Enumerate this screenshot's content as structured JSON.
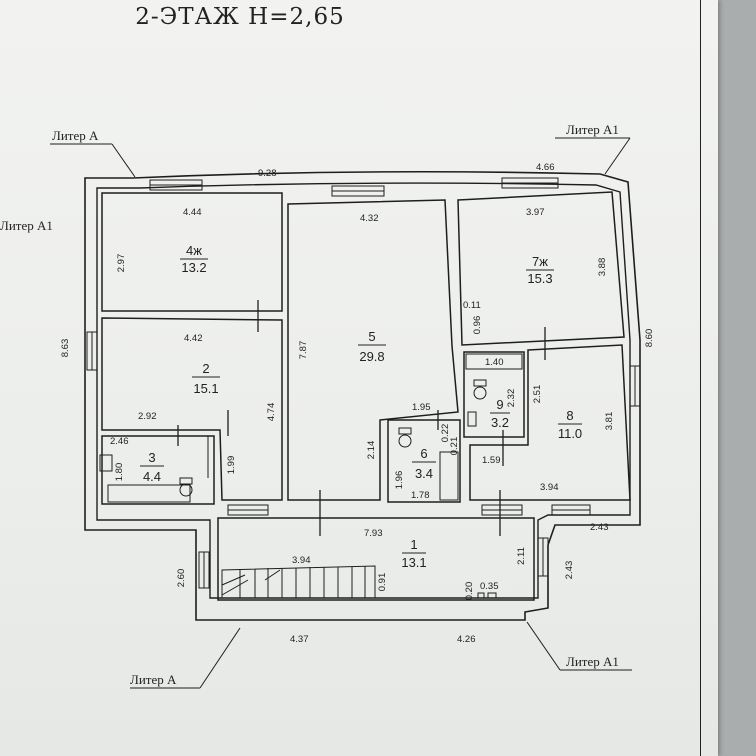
{
  "title": "2-ЭТАЖ  H=2,65",
  "side_note": "Литер А1",
  "liter_labels": [
    "Литер А",
    "Литер А1",
    "Литер А",
    "Литер А1"
  ],
  "rooms": [
    {
      "num": "4ж",
      "area": "13.2"
    },
    {
      "num": "5",
      "area": "29.8"
    },
    {
      "num": "7ж",
      "area": "15.3"
    },
    {
      "num": "2",
      "area": "15.1"
    },
    {
      "num": "3",
      "area": "4.4"
    },
    {
      "num": "6",
      "area": "3.4"
    },
    {
      "num": "9",
      "area": "3.2"
    },
    {
      "num": "8",
      "area": "11.0"
    },
    {
      "num": "1",
      "area": "13.1"
    }
  ],
  "dimensions": [
    "9.28",
    "4.66",
    "4.44",
    "4.32",
    "3.97",
    "2.97",
    "3.88",
    "8.63",
    "8.60",
    "0.11",
    "0.96",
    "4.42",
    "7.87",
    "1.40",
    "2.32",
    "2.51",
    "4.74",
    "1.95",
    "2.92",
    "0.22",
    "0.21",
    "2.46",
    "2.14",
    "1.80",
    "1.99",
    "1.96",
    "1.78",
    "1.59",
    "3.81",
    "3.94",
    "7.93",
    "2.43",
    "2.60",
    "2.11",
    "2.43",
    "3.94",
    "0.91",
    "0.20",
    "0.35",
    "4.37",
    "4.26"
  ]
}
